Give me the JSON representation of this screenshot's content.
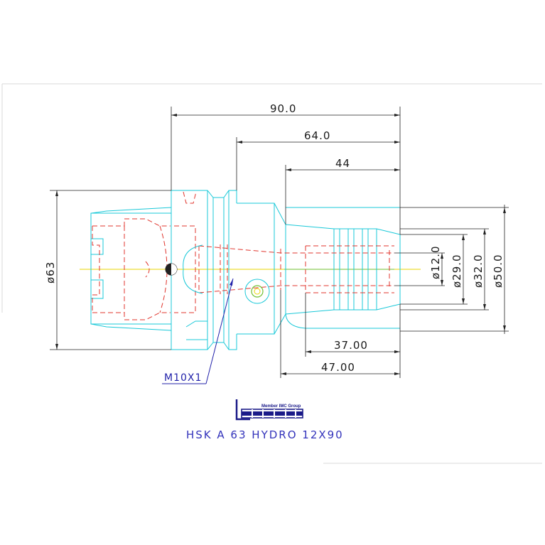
{
  "drawing": {
    "title": "HSK A 63 HYDRO 12X90",
    "brand": {
      "tagline": "Member IMC Group",
      "logo_name": "iscar-logo"
    },
    "callout": "M10X1",
    "dimensions": {
      "length_total": "90.0",
      "length_body": "64.0",
      "length_clamp": "44",
      "length_37": "37.00",
      "length_47": "47.00",
      "dia_63": "ø63",
      "dia_12": "ø12.0",
      "dia_29": "ø29.0",
      "dia_32": "ø32.0",
      "dia_50": "ø50.0"
    },
    "colors": {
      "outline": "#19c8d8",
      "hidden": "#e0342c",
      "dimension": "#222222",
      "centerline": "#e8d400",
      "text_blue": "#3333bb"
    }
  }
}
